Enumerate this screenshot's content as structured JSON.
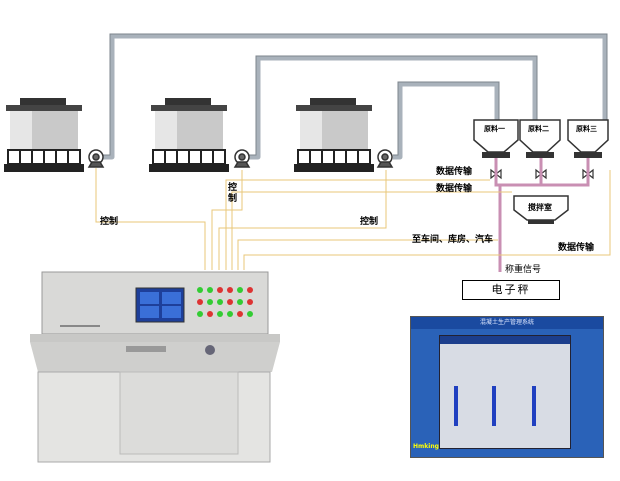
{
  "title": "混凝土搅拌站自动控制系统示意图",
  "labels": {
    "control_1": "控制",
    "control_2": "控",
    "control_2b": "制",
    "control_3": "控制",
    "data_1": "数据传输",
    "data_2": "数据传输",
    "data_3": "数据传输",
    "destination": "至车间、库房、汽车",
    "weight_signal": "称重信号",
    "scale": "电子秤",
    "mixer": "搅拌室"
  },
  "hoppers": [
    {
      "label": "原料一"
    },
    {
      "label": "原料二"
    },
    {
      "label": "原料三"
    }
  ],
  "tanks": [
    {
      "id": "tank-1"
    },
    {
      "id": "tank-2"
    },
    {
      "id": "tank-3"
    }
  ],
  "software": {
    "title": "混凝土生产管理系统",
    "logo": "Hmking"
  },
  "colors": {
    "pipe": "#a9b2bb",
    "signal_line": "#c98fb3",
    "wire": "#e8c77a",
    "screen": "#2a62b8"
  }
}
